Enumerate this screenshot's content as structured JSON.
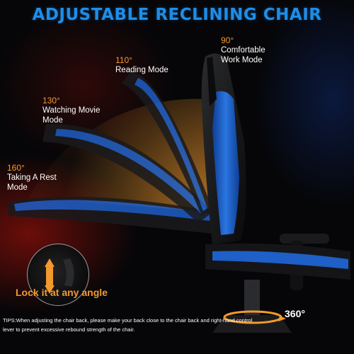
{
  "title": "ADJUSTABLE RECLINING CHAIR",
  "modes": [
    {
      "angle": "90°",
      "label": "Comfortable\nWork Mode"
    },
    {
      "angle": "110°",
      "label": "Reading Mode"
    },
    {
      "angle": "130°",
      "label": "Watching Movie\nMode"
    },
    {
      "angle": "160°",
      "label": "Taking A Rest\nMode"
    }
  ],
  "lock_text": "Lock it at any angle",
  "rotation_text": "360°",
  "tips": "TIPS:When adjusting the chair back, please make your back close to the chair back and right-hand control lever to prevent excessive rebound strength of the chair.",
  "colors": {
    "accent_blue": "#1f8de8",
    "accent_orange": "#f29a2e",
    "chair_blue": "#1e5fc8",
    "chair_black": "#111214"
  }
}
